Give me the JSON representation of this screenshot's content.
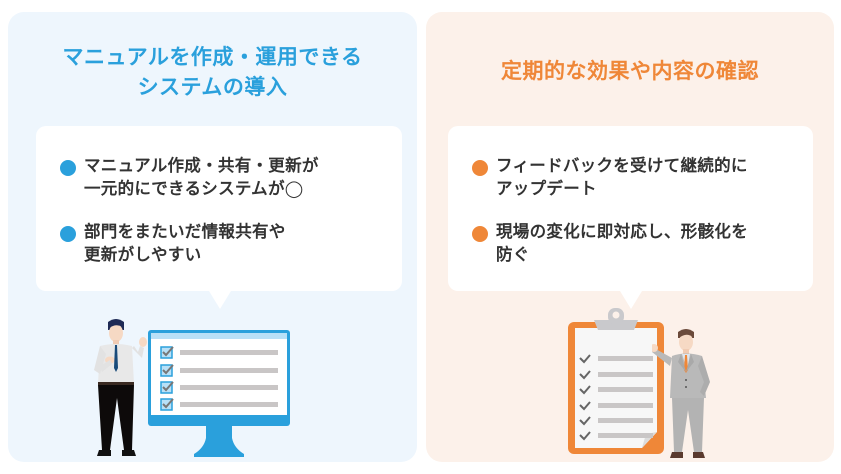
{
  "left_panel": {
    "title_line1": "マニュアルを作成・運用できる",
    "title_line2": "システムの導入",
    "accent_color": "#2aa0dc",
    "background_color": "#eef6fd",
    "bullets": [
      {
        "text": "マニュアル作成・共有・更新が\n一元的にできるシステムが◯"
      },
      {
        "text": "部門をまたいだ情報共有や\n更新がしやすい"
      }
    ],
    "illustration": {
      "type": "monitor-with-checklist",
      "checklist_items": 4,
      "figure": "businessman-in-shirt-and-tie"
    }
  },
  "right_panel": {
    "title": "定期的な効果や内容の確認",
    "accent_color": "#ef8738",
    "background_color": "#fcf1ea",
    "bullets": [
      {
        "text": "フィードバックを受けて継続的に\nアップデート"
      },
      {
        "text": "現場の変化に即対応し、形骸化を\n防ぐ"
      }
    ],
    "illustration": {
      "type": "clipboard-with-checklist",
      "checklist_items": 6,
      "figure": "businessman-in-gray-suit"
    }
  }
}
